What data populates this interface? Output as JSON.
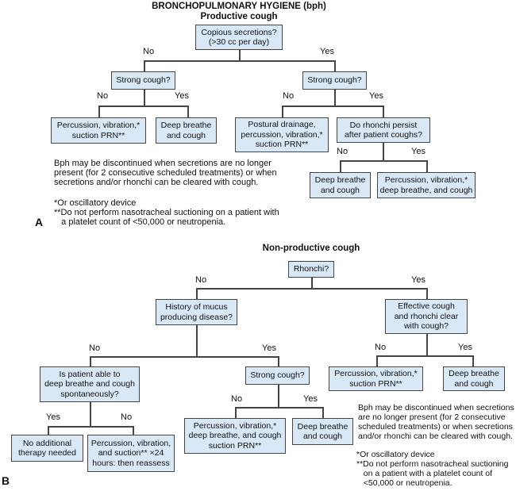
{
  "colors": {
    "box_fill": "#d9e8f6",
    "box_border": "#454545",
    "line": "#454545",
    "text": "#111111"
  },
  "labels": {
    "no": "No",
    "yes": "Yes"
  },
  "title": "BRONCHOPULMONARY HYGIENE (bph)",
  "section_a": {
    "subtitle": "Productive cough",
    "section_label": "A",
    "nodes": {
      "copious": "Copious secretions?\n(>30 cc per day)",
      "strong_left": "Strong cough?",
      "strong_right": "Strong cough?",
      "percussion_suction": "Percussion, vibration,*\nsuction PRN**",
      "deep_breathe_left": "Deep breathe\nand cough",
      "postural_drainage": "Postural drainage,\npercussion, vibration,*\nsuction PRN**",
      "rhonchi_persist": "Do rhonchi persist\nafter patient coughs?",
      "deep_breathe_right": "Deep breathe\nand cough",
      "percussion_deep_breathe": "Percussion, vibration,*\ndeep breathe, and cough"
    },
    "note": "Bph may be discontinued when secretions are no longer\npresent (for 2 consecutive scheduled treatments) or when\nsecretions and/or rhonchi can be cleared with cough.",
    "footnote_1": "*Or oscillatory device",
    "footnote_2": "**Do not perform nasotracheal suctioning on a patient with\n   a platelet count of <50,000 or neutropenia."
  },
  "section_b": {
    "subtitle": "Non-productive cough",
    "section_label": "B",
    "nodes": {
      "rhonchi": "Rhonchi?",
      "history_mucus": "History of mucus\nproducing disease?",
      "effective_cough": "Effective cough\nand rhonchi clear\nwith cough?",
      "is_patient_able": "Is patient able to\ndeep breathe and cough\nspontaneously?",
      "strong_cough": "Strong cough?",
      "no_additional": "No additional\ntherapy needed",
      "percussion_24": "Percussion, vibration,\nand suction** ×24\nhours: then reassess",
      "percussion_deep_breathe": "Percussion, vibration,*\ndeep breathe, and cough\nsuction PRN**",
      "deep_breathe_mid": "Deep breathe\nand cough",
      "percussion_suction": "Percussion, vibration,*\nsuction PRN**",
      "deep_breathe_right": "Deep breathe\nand cough"
    },
    "note": "Bph may be discontinued when secretions\nare no longer present (for 2 consecutive\nscheduled treatments) or when secretions\nand/or rhonchi can be cleared with cough.",
    "footnote_1": "*Or oscillatory device",
    "footnote_2": "**Do not perform nasotracheal suctioning\n   on a patient with a platelet count of\n   <50,000 or neutropenia."
  }
}
